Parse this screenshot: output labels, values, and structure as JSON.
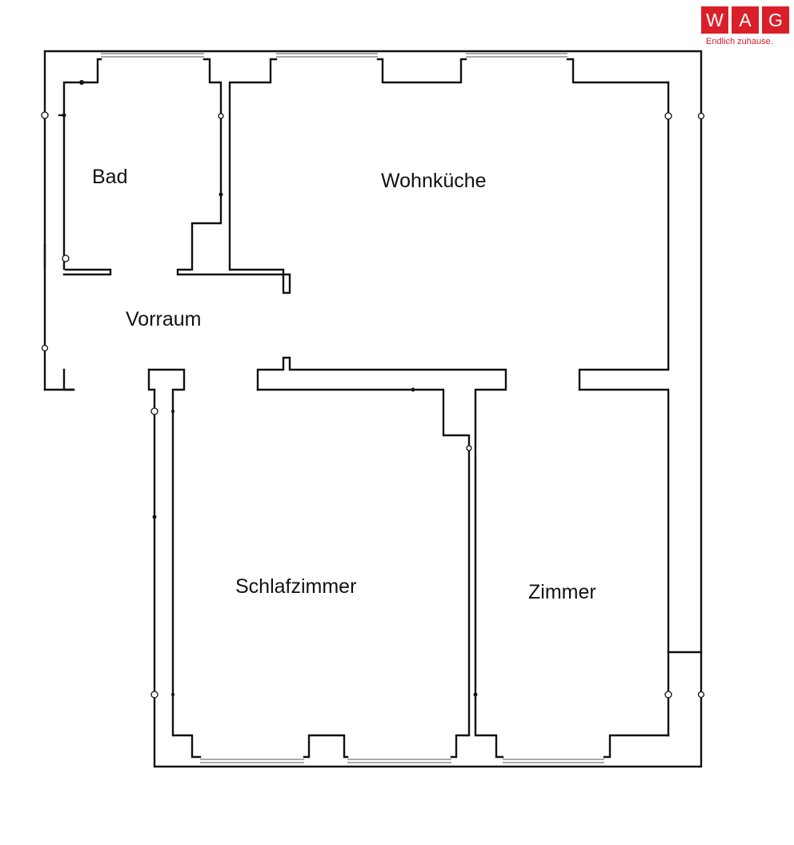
{
  "rooms": {
    "bad": "Bad",
    "wohnkueche": "Wohnküche",
    "vorraum": "Vorraum",
    "schlafzimmer": "Schlafzimmer",
    "zimmer": "Zimmer"
  },
  "logo": {
    "letters": [
      "W",
      "A",
      "G"
    ],
    "tagline": "Endlich zuhause.",
    "brand_color": "#d9202a"
  },
  "icons": {
    "wall_socket": "circle-socket-icon",
    "switch": "small-dot-switch-icon"
  }
}
